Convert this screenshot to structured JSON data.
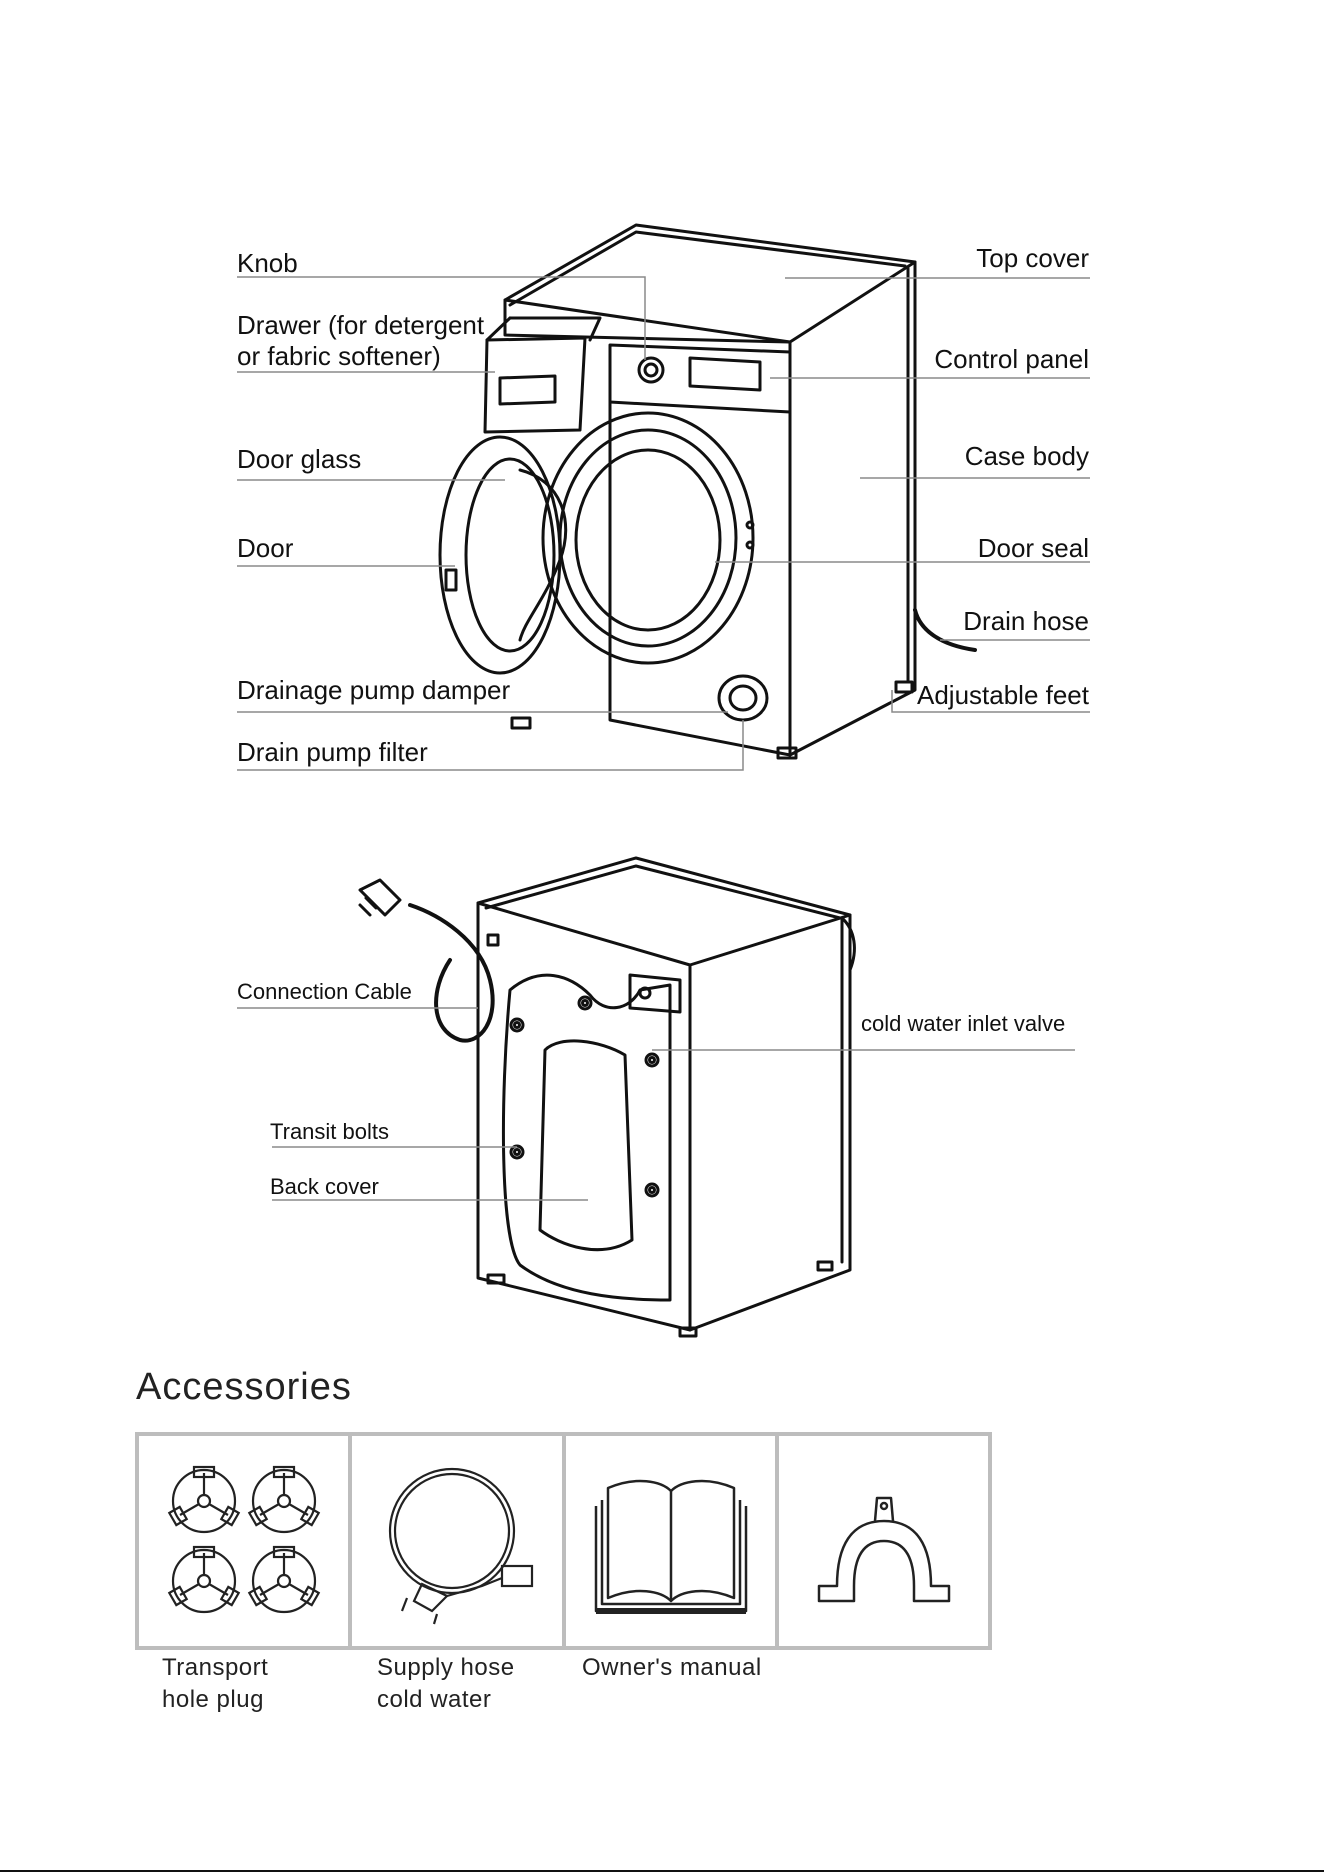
{
  "front_view": {
    "labels_left": {
      "knob": "Knob",
      "drawer_line1": "Drawer (for detergent",
      "drawer_line2": "or fabric softener)",
      "door_glass": "Door glass",
      "door": "Door",
      "drainage_pump_damper": "Drainage pump damper",
      "drain_pump_filter": "Drain pump filter"
    },
    "labels_right": {
      "top_cover": "Top cover",
      "control_panel": "Control panel",
      "case_body": "Case body",
      "door_seal": "Door seal",
      "drain_hose": "Drain hose",
      "adjustable_feet": "Adjustable feet"
    }
  },
  "back_view": {
    "connection_cable": "Connection Cable",
    "cold_water_inlet_valve": "cold water inlet valve",
    "transit_bolts": "Transit bolts",
    "back_cover": "Back cover"
  },
  "accessories": {
    "title": "Accessories",
    "items": [
      {
        "line1": "Transport",
        "line2": "hole plug",
        "icon": "transport-hole-plug-icon"
      },
      {
        "line1": "Supply hose",
        "line2": "cold water",
        "icon": "supply-hose-icon"
      },
      {
        "line1": "Owner's manual",
        "line2": "",
        "icon": "owners-manual-icon"
      },
      {
        "line1": "",
        "line2": "",
        "icon": "hose-bracket-icon"
      }
    ]
  }
}
